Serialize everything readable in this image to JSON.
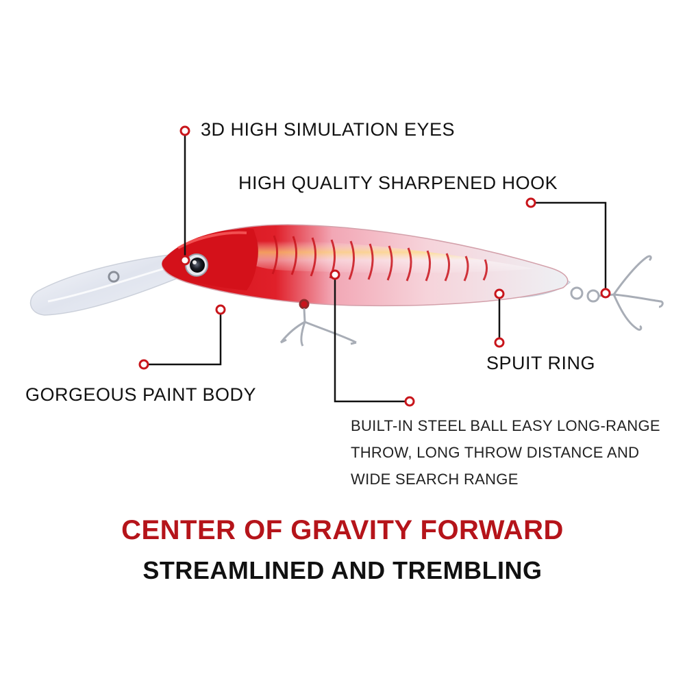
{
  "colors": {
    "accent_red": "#c8151b",
    "headline_red": "#b5141a",
    "text_dark": "#111111"
  },
  "callouts": {
    "eyes": "3D HIGH SIMULATION EYES",
    "hook": "HIGH QUALITY SHARPENED HOOK",
    "split_ring": "SPUIT RING",
    "paint_body": "GORGEOUS PAINT BODY",
    "steel_ball": [
      "BUILT-IN STEEL BALL EASY LONG-RANGE",
      "THROW, LONG THROW DISTANCE AND",
      "WIDE SEARCH RANGE"
    ]
  },
  "headline": {
    "main": "CENTER OF GRAVITY FORWARD",
    "sub": "STREAMLINED AND TREMBLING"
  },
  "icons": {
    "callout_marker": "red-ring-dot-icon",
    "product": "fishing-lure-image"
  }
}
